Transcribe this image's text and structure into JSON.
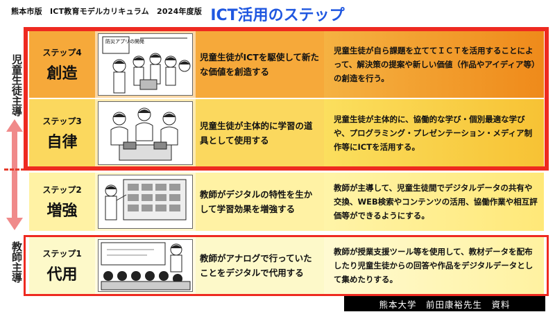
{
  "header": {
    "left_text": "熊本市版　ICT教育モデルカリキュラム　2024年度版",
    "title": "ICT活用のステップ"
  },
  "side": {
    "top_label": "児童生徒主導",
    "bottom_label": "教師主導"
  },
  "steps": [
    {
      "label": "ステップ4",
      "name": "創造",
      "image_caption": "防災アプリの開発",
      "summary": "児童生徒がICTを駆使して新たな価値を創造する",
      "description": "児童生徒が自ら課題を立ててＩＣＴを活用することによって、解決策の提案や新しい価値（作品やアイディア等）の創造を行う。"
    },
    {
      "label": "ステップ3",
      "name": "自律",
      "summary": "児童生徒が主体的に学習の道具として使用する",
      "description": "児童生徒が主体的に、協働的な学び・個別最適な学びや、プログラミング・プレゼンテーション・メディア制作等にICTを活用する。"
    },
    {
      "label": "ステップ2",
      "name": "増強",
      "summary": "教師がデジタルの特性を生かして学習効果を増強する",
      "description": "教師が主導して、児童生徒間でデジタルデータの共有や交換、WEB検索やコンテンツの活用、協働作業や相互評価等ができるようにする。"
    },
    {
      "label": "ステップ1",
      "name": "代用",
      "summary": "教師がアナログで行っていたことをデジタルで代用する",
      "description": "教師が授業支援ツール等を使用して、教材データを配布したり児童生徒からの回答や作品をデジタルデータとして集めたりする。"
    }
  ],
  "credit": "熊本大学　前田康裕先生　資料",
  "colors": {
    "title": "#1f57e0",
    "frame": "#ee2a20",
    "arrow": "#f08a8a"
  }
}
